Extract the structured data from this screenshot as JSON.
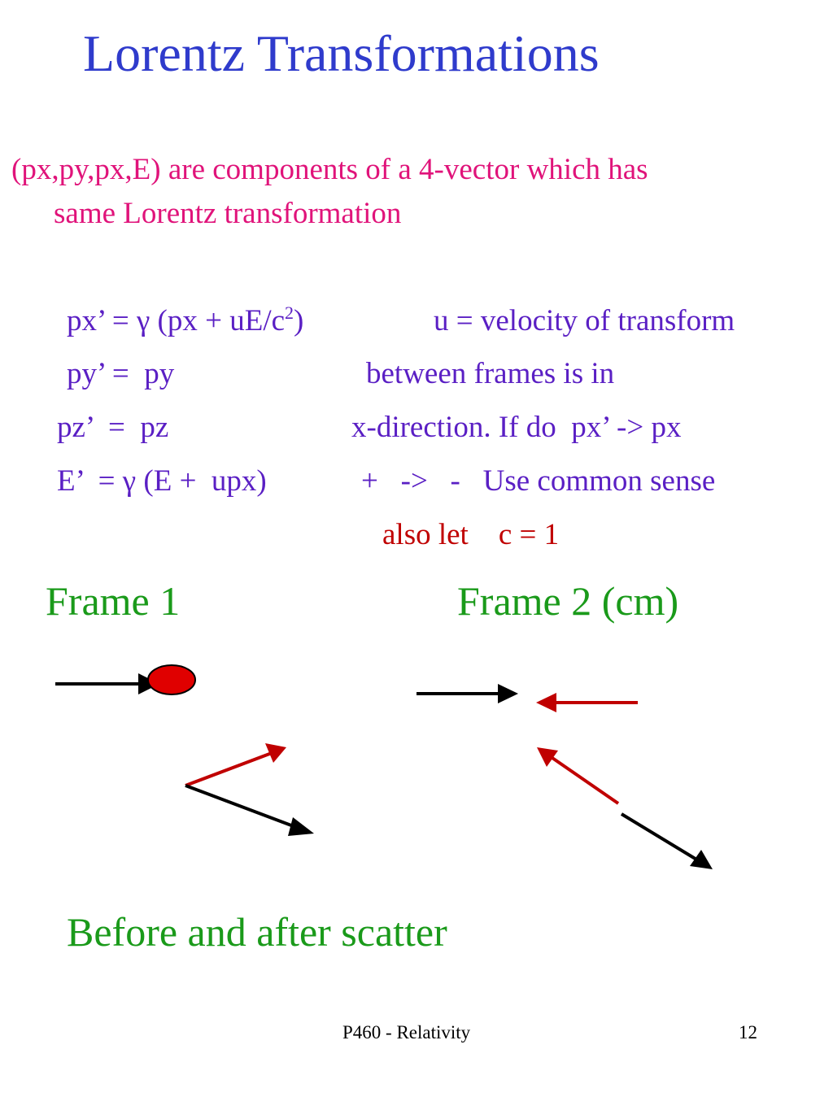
{
  "title": "Lorentz Transformations",
  "intro": {
    "line1": "(px,py,px,E) are components of a 4-vector which has",
    "line2": "same Lorentz transformation"
  },
  "equations": {
    "px_prefix": "px’ = γ (px + uE/c",
    "px_sup": "2",
    "px_suffix": ")",
    "py": "py’ =  py",
    "pz": "pz’  =  pz",
    "E": "E’  = γ (E +  upx)"
  },
  "notes": {
    "line1": "u = velocity of transform",
    "line2": "between frames is in",
    "line3": "x-direction. If do  px’ -> px",
    "line4": "+   ->   -   Use common sense",
    "line5": "also let    c = 1"
  },
  "frames": {
    "frame1": "Frame 1",
    "frame2": "Frame 2 (cm)"
  },
  "caption": "Before and after scatter",
  "footer": {
    "course": "P460 - Relativity",
    "page": "12"
  },
  "colors": {
    "title": "#2f3bcc",
    "intro": "#e0137a",
    "equations": "#5a1fc4",
    "note_red": "#c00000",
    "frame_green": "#1a9a1a",
    "arrow_black": "#000000",
    "arrow_red": "#c00000",
    "target_fill": "#e00000"
  }
}
